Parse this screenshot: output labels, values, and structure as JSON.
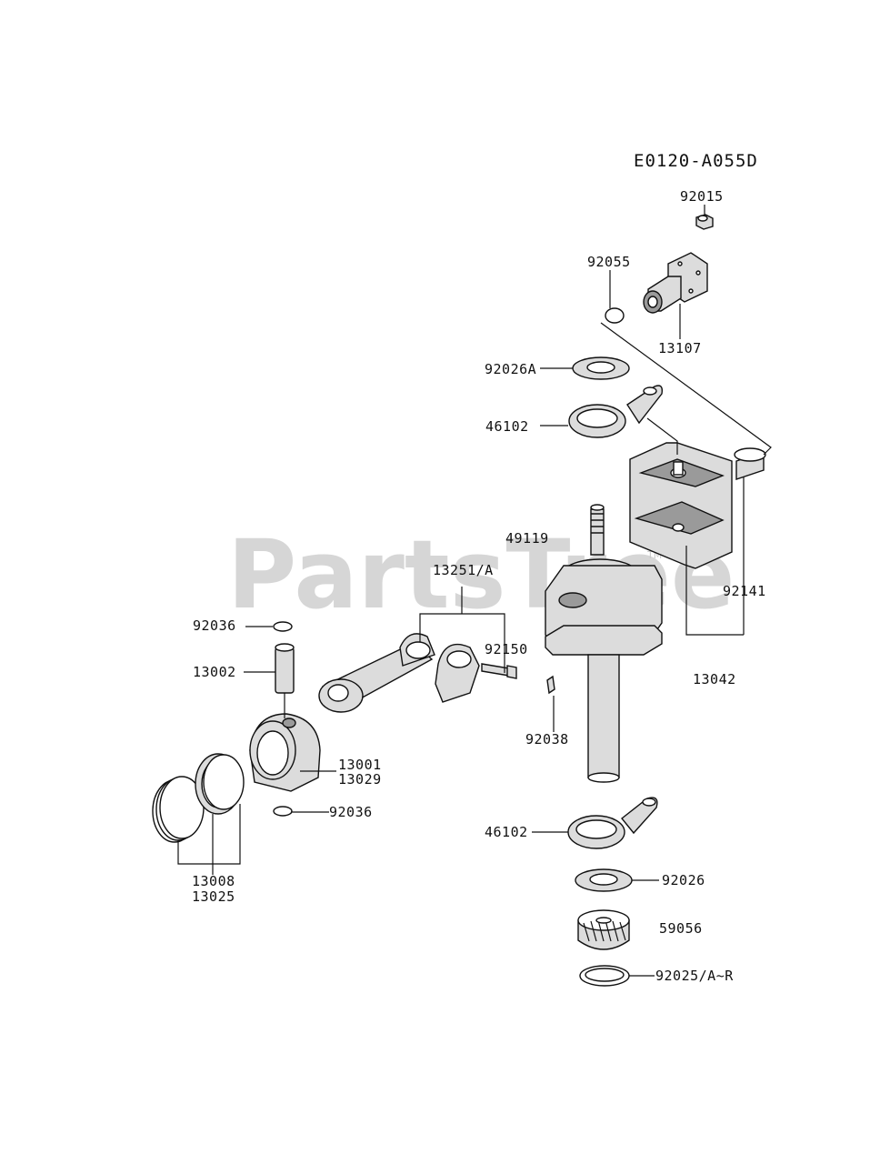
{
  "diagram": {
    "code": "E0120-A055D",
    "watermark": "PartsTree",
    "trademark": "TM",
    "labels": {
      "p92015": "92015",
      "p92055": "92055",
      "p13107": "13107",
      "p92026A": "92026A",
      "p46102_top": "46102",
      "p49119": "49119",
      "p13251A": "13251/A",
      "p92141": "92141",
      "p92036_top": "92036",
      "p92150": "92150",
      "p13002": "13002",
      "p13042": "13042",
      "p92038": "92038",
      "p13001": "13001",
      "p13029": "13029",
      "p92036_bottom": "92036",
      "p46102_bottom": "46102",
      "p13008": "13008",
      "p13025": "13025",
      "p92026": "92026",
      "p59056": "59056",
      "p92025": "92025/A~R"
    }
  }
}
